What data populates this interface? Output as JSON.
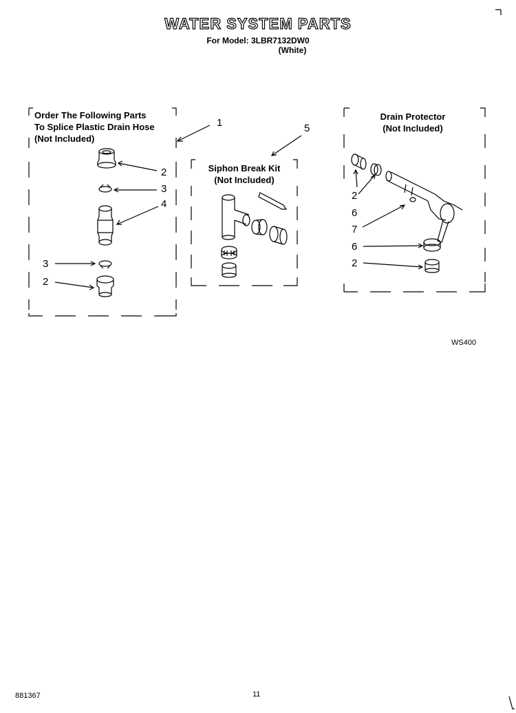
{
  "header": {
    "title": "WATER SYSTEM PARTS",
    "model_line": "For Model: 3LBR7132DW0",
    "color_line": "(White)"
  },
  "sections": {
    "drain_hose": {
      "label": "Order The Following Parts\nTo Splice Plastic Drain Hose\n(Not Included)"
    },
    "siphon": {
      "label": "Siphon Break Kit\n(Not Included)"
    },
    "drain_protector": {
      "label": "Drain Protector\n(Not Included)"
    }
  },
  "callouts": {
    "c1": "1",
    "c5": "5",
    "left_2a": "2",
    "left_3a": "3",
    "left_4": "4",
    "left_3b": "3",
    "left_2b": "2",
    "right_2a": "2",
    "right_6a": "6",
    "right_7": "7",
    "right_6b": "6",
    "right_2b": "2"
  },
  "figure_code": "WS400",
  "footer": {
    "doc_code": "881367",
    "page_number": "11"
  }
}
